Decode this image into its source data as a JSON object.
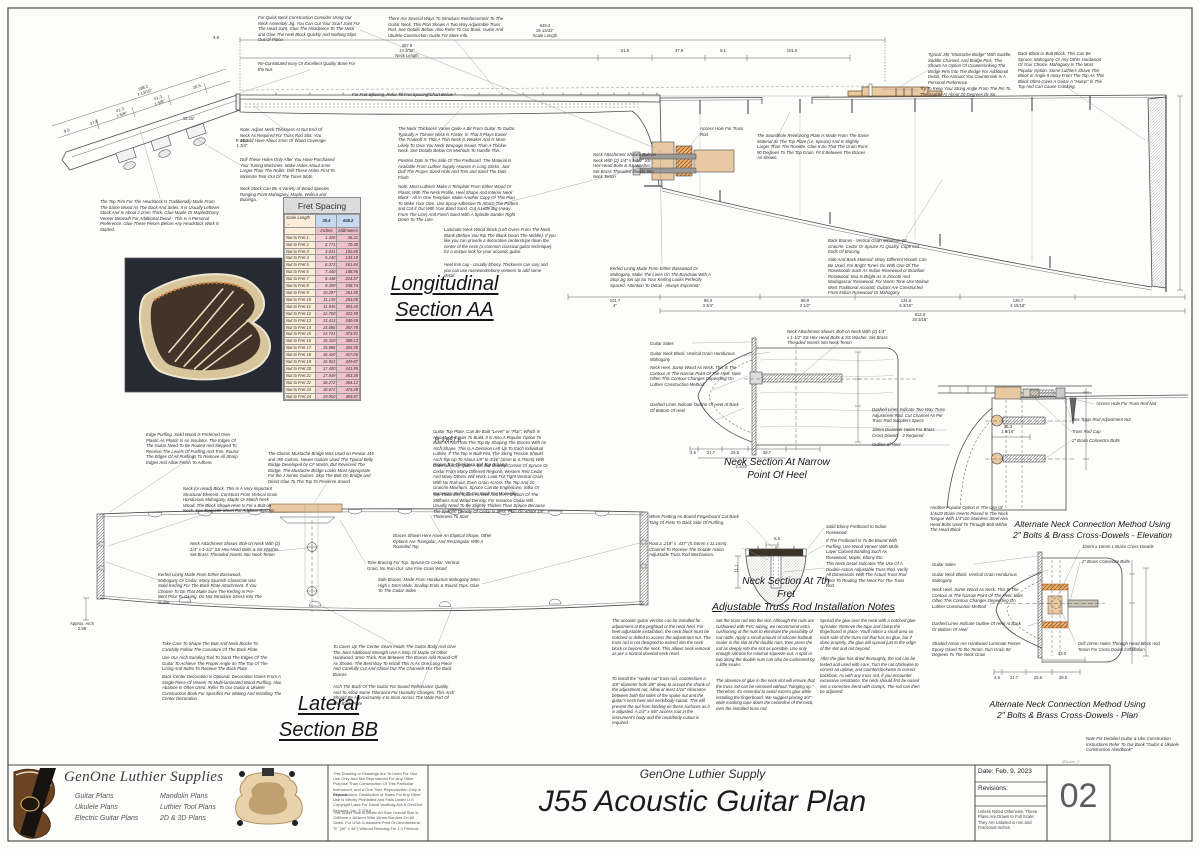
{
  "title_block": {
    "brand": "GenOne Luthier Supplies",
    "categories": {
      "c1": "Guitar Plans",
      "c2": "Ukulele Plans",
      "c3": "Electric Guitar Plans",
      "c4": "Mandolin Plans",
      "c5": "Luthier Tool Plans",
      "c6": "2D & 3D Plans"
    },
    "legal": {
      "p1": "This Drawing or Drawings Are To Used For One Use Only And Not Reproduced For Any Other Purpose Than Construction Of This Particular Instrument, and a One Time Reproduction Only is Allowed",
      "p2": "Reproduction, Distribution or Sales For Any Other Use is Strictly Prohibited And Falls Under U.S Copyright Laws For David VanBurg A/A & GenOne Services, Inc. © 2018",
      "p3": "This Sheet Size is Metric A0 Size Overall Size is 1188mm x 841mm With 15mm Borders On All Sides. For USA Customers Print On Architectural \"E\" (36\" x 48\") Without Resizing For 1:1 Printout."
    },
    "center_brand": "GenOne Luthier Supply",
    "plan_title": "J55 Acoustic Guitar Plan",
    "date": "Date: Feb. 9, 2023",
    "revisions": "Revisions:",
    "scale_note": "Unless Noted Otherwise, These Plans Are Drawn to Full Scale; They Are Labeled in mm and Fractional Inches",
    "sheet_no": "02",
    "file_ref": "j55plan_2"
  },
  "captions": {
    "longitudinal": "Longitudinal\nSection AA",
    "lateral": "Lateral\nSection BB",
    "neck_narrow": "Neck Section At Narrow\nPoint Of Heel",
    "neck_7th": "Neck Section At 7th\nFret",
    "truss_title": "Adjustable Truss Rod Installation Notes",
    "alt_elev": "Alternate Neck Connection Method Using\n2\" Bolts & Brass Cross-Dowels - Elevation",
    "alt_plan": "Alternate Neck Connection Method Using\n2\" Bolts & Brass Cross-Dowels - Plan"
  },
  "fret_table": {
    "title": "Fret Spacing",
    "scale_label": "Scale Length →",
    "scale_in": "25.4",
    "scale_mm": "645.2",
    "unit_in": "Inches",
    "unit_mm": "Millimeters",
    "rows": [
      {
        "label": "Nut to Fret 1",
        "in": "1.426",
        "mm": "36.21"
      },
      {
        "label": "Nut to Fret 2",
        "in": "2.771",
        "mm": "70.38"
      },
      {
        "label": "Nut to Fret 3",
        "in": "4.041",
        "mm": "102.65"
      },
      {
        "label": "Nut to Fret 4",
        "in": "5.240",
        "mm": "133.10"
      },
      {
        "label": "Nut to Fret 5",
        "in": "6.372",
        "mm": "161.84"
      },
      {
        "label": "Nut to Fret 6",
        "in": "7.440",
        "mm": "188.96"
      },
      {
        "label": "Nut to Fret 7",
        "in": "8.448",
        "mm": "214.57"
      },
      {
        "label": "Nut to Fret 8",
        "in": "9.399",
        "mm": "238.74"
      },
      {
        "label": "Nut to Fret 9",
        "in": "10.297",
        "mm": "261.55"
      },
      {
        "label": "Nut to Fret 10",
        "in": "11.145",
        "mm": "283.08"
      },
      {
        "label": "Nut to Fret 11",
        "in": "11.945",
        "mm": "303.40"
      },
      {
        "label": "Nut to Fret 12",
        "in": "12.700",
        "mm": "322.58"
      },
      {
        "label": "Nut to Fret 13",
        "in": "13.413",
        "mm": "340.69"
      },
      {
        "label": "Nut to Fret 14",
        "in": "14.086",
        "mm": "357.78"
      },
      {
        "label": "Nut to Fret 15",
        "in": "14.721",
        "mm": "373.91"
      },
      {
        "label": "Nut to Fret 16",
        "in": "15.320",
        "mm": "389.13"
      },
      {
        "label": "Nut to Fret 17",
        "in": "15.886",
        "mm": "403.50"
      },
      {
        "label": "Nut to Fret 18",
        "in": "16.420",
        "mm": "417.06"
      },
      {
        "label": "Nut to Fret 19",
        "in": "16.924",
        "mm": "429.87"
      },
      {
        "label": "Nut to Fret 20",
        "in": "17.400",
        "mm": "441.95"
      },
      {
        "label": "Nut to Fret 21",
        "in": "17.849",
        "mm": "453.35"
      },
      {
        "label": "Nut to Fret 22",
        "in": "18.272",
        "mm": "464.12"
      },
      {
        "label": "Nut to Fret 23",
        "in": "18.672",
        "mm": "474.28"
      },
      {
        "label": "Nut to Fret 24",
        "in": "19.050",
        "mm": "483.87"
      }
    ]
  },
  "dims": {
    "scale": "645.2\n25 13/32\"\nScale Length",
    "neck_len": "357.8\n14 3/32\"\nNeck Length",
    "d51_9": "51.9",
    "d47_9": "47.9",
    "d9_1": "9.1",
    "d101_0": "101.0",
    "d101_7": "101.7\n4\"",
    "d95_3": "95.3\n3 3/4\"",
    "d88_9": "88.9\n3 1/2\"",
    "d131_5": "131.5\n5 3/16\"",
    "d125_7": "125.7\n4 15/16\"",
    "d512_8": "512.8\n20 3/16\"",
    "r44": "R 44.2\n1 3/4\"",
    "r3657": "R 3,657.6",
    "ang": "15.15°",
    "d198": "198.2\n7 13/16\"",
    "d41a": "41.3\n1 5/8\"",
    "d41b": "41.3\n1 5/8\"",
    "d26_5": "26.5",
    "d37_8": "37.8",
    "d9_9": "9.9",
    "d4_8": "4.8",
    "d35_3": "35.3\n1 9/16\"",
    "d5_5": "5.5",
    "d11_1": "11.1",
    "nn4_6": "4.6",
    "nn21_7": "21.7",
    "nn25_5": "25.5",
    "nn38_7": "38.7",
    "nn51_7": "51.7\n2 1/32\"",
    "pl4_6": "4.6",
    "pl21_7": "21.7",
    "pl25_5": "25.5",
    "pl28_5": "28.5",
    "pl43": "43.0",
    "arch": "Approx. Arch\n2.98"
  },
  "notes": {
    "quick_neck": "For Quick Neck Construction Consider Using Our Neck Assembly Jig. You Can Cut Your Scarf Joint For The Head Joint, Glue The Headpiece To The Neck and Glue The Heel Block Quickly And Nothing Slips Out Of Place.",
    "reinforce": "There Are Several Ways To Introduce Reinforcement To The Guitar Neck. This Plan Shows A Two Way Adjustable Truss Rod. See Details Below. Also Refer To Our Book, Guitar And Ukulele Construction Guide For More Info.",
    "ivory_nut": "Re-Constituted Ivory Or Excellent Quality Bone For the Nut.",
    "fret_refer": "For Fret Spacing, Refer To Fret Spacing Chart Below",
    "mustache_bridge": "Typical J45 \"Mustache Bridge\" With Saddle,  Saddle Channel, And Bridge Pins. This Shows An Option Of Countersinking The Bridge Pins Into The Bridge For Additional Detail. The Amount You Countersink Is A Personal Preference.",
    "string_angle": "Try To Keep Your String Angle From The Pin To The Saddle At About 20 Degrees Or So.",
    "back_block": "Back Block or Butt Block. This Can Be Spruce, Mahogany Or Any Other Hardwood Of Your Choice. Mahogany Is The Most Popular Option. Some Luthiers Shave This Block or Angle It Away From The Top As This Block Often Gives A Guitar A \"Hump\" In The Top And Can Cause Cracking.",
    "soundhole_plate": "The Soundhole Reinforcing Plate Is Made From The Same Material As The Top Plate (i.e. Spruce) And Is Slightly Larger Than The Rosette. Glue It So That The Grain Runs 90 Degrees To The Top Grain. Fit It Between The Braces As Shown.",
    "lg_access": "Access Hole For Truss Rod",
    "lg_attach": "Neck Attachment Shown: Bolt-on Neck With (2) 1/4\" x 1-1/2\" SS Hex-Head Bolts & SS Washer. Set Brass Threaded Inserts Into Neck Tenon",
    "adjust_thickness": "Note: Adjust Neck Thickness At Nut End Of Neck As Required For Truss Rod Slot. You Should Have About 2mm Of Wood Coverage.",
    "drill_tuner_holes": "Drill These Holes Only After You Have Purchased Your Tuning Machines. Make Holes About 1mm Larger Than The Roller. Drill These Holes First To Minimize Tear-Out Of The Tuner Slots.",
    "neck_stock": "Neck Stock Can Be A Variety of Wood Species Ranging From Mahogany, Maple, Walnut and Bubinga.",
    "neck_thickness": "The Neck Thickness Varies Quite A Bit From Guitar To Guitar. Typically A Thinner Neck Is Faster, In That It Plays Easier - The Tradeoff Is That A Thin Neck Is Weaker And Is More Likely To Give You Neck Warpage Issues Than A Thicker Neck. See Details Below On Methods To Handle This.",
    "position_dots": "Position Dots In The Side Of The Fretboard. The Material Is Available From Luthier Supply Houses In Long Sticks. Just Drill The Proper Sized Hole And Trim and Sand The Dots Flush",
    "template": "Note: Most Luthiers Make A Template From Either Wood Or Plastic With The Neck Profile, Heel Shape And Interior Neck Block - All In One Template. Make Another Copy Of This Plan To Make Your Own. Use Spray Adhesive To Attach The Pattern and Cut It Out With Your Band Sand. Cut A Little Big (Away From The Line) And Finish Sand With A Spindle Sander Right Down To The Line.",
    "laminate": "Laminate Neck Wood Stock (Left Overs From The Neck Blank (Before You Rip The Blank Down The Middle). If you like you can provide a decorative centerstripe down the center of the neck (a common classical guitar technique) for a unique look for your acoustic guitar.",
    "heel_cap": "Heel trim cap - Usually Ebony. Thickness can vary and you can use rosewood/ebony veneers to add some detail.",
    "kerfed_long": "Kerfed Lining Made From Either Basswood Or Mahogany. Make The Lines On The Bandsaw With A Stop Jig Set Up So Your Kerfing Looks Perfectly Spaced. Attention To Detail - Always Important!",
    "back_braces": "Back Braces - Vertical Grain Minimum 20 Grain/In. Cedar Or Spruce #1 Quality. Cope Cut Ends Of Bracing.",
    "side_back_material": "Side And Back Material: Many Different Woods Can Be Used. For Bright Tones Go With One Of The Rosewoods Such As Indian Rosewood or Brazilian Rosewood. Koa Is Bright As Is Ziricote And Madagascar Rosewood. For Warm Tone Use Walnut. Most Traditional Acoustic Guitars Are Constructed From Indian Rosewood Or Mahogany",
    "headstock_trim": "The Top Trim For The Headstock Is Traditionally Made From The Same Wood As The Back And Sides. It is Usually Leftover Stock And Is About 2.2mm Thick. Glue Maple Or Maple/Ebony Veneer Beneath For Additional Detail - This Is A Personal Preference. Glue These Pieces Before Any Headstock Work Is Started.",
    "ns1_sides": "Guitar Sides",
    "ns1_block": "Guitar Neck Block. Vertical Grain Hondurous Mahogany",
    "ns1_heel": "Neck Heel. Same Wood As Neck. This Is The Contour At The Narrow Point Of The Heel. Note Often This Contour Changes Depending On Luthier Construction Method",
    "ns1_dashed": "Dashed Lines Indicate Outline Of Heel At Back Of Bottom Of Heel",
    "ns1_attach": "Neck Attachment Shown: Bolt-on Neck With (2) 1/4\" x 1-1/2\" SS Hex-Head Bolts & SS Washer. Set Brass Threaded Inserts Into Neck Tenon",
    "el_dashed_rod": "Dashed Lines Indicate Two-Way Truss Adjustment Rod. Cut Channel As Per Truss Rod Suppliers Specs",
    "el_dowel_holes": "10mm Diameter Holes For Brass Cross Dowels - 2 Required",
    "el_outline": "Outline of Heel",
    "el_access": "Access Hole For Truss Rod Nut",
    "el_hex": "Hex Truss Rod  Adjustment Nut",
    "el_cap": "Truss Rod Cap",
    "el_bolts": "2\" Brass Connector Bolts",
    "el_inserts": "Another Popular Option Is The Use Of 1/4x20 Brass Inserts Placed In The Neck Tongue With 1/4\"x20 Stainless Steel Hex Head Bolts Used To Through-Bolt Within The Head Block",
    "pl_dowels": "10mm x 16mm L Brass Cross Dowels",
    "pl_bolts": "2\" Brass Connector Bolts",
    "pl_sides": "Guitar Sides",
    "pl_block": "Guitar Neck Block. Vertical Grain Hondurous Mahogany",
    "pl_heel": "Neck Heel. Same Wood As Neck. This Is The Contour At The Narrow Point Of The Heel. Note Often This Contour Changes Depending On Luthier Construction Method",
    "pl_dashed": "Dashed Lines Indicate Outline Of Heel At Back Or Bottom Of Heel",
    "pl_shaded": "Shaded Areas Are Hardwood Laminate Pieces Epoxy Glued To the Tenon. Run Grain 90 Degrees To The Neck Grain",
    "pl_drill": "Drill 10mm Holes Through Head Block And Tenon For Cross Dowel Installation",
    "f7_tang": "When Fretting An Bound Fingerboard Cut Back Tang Of Frets To Back Side Of Purfling.",
    "f7_rout": "Rout a .218\" x .437\" (5.54mm x 11.1mm) Channel To Receive The Double Action Adjustable Truss Rod Mechanism.",
    "f7_ebony": "Solid Ebony Fretboard to Indian Rosewood.",
    "f7_bound": "If The Fretboard Is To Be Bound With Purfling, Use Wood Veneer With Multi-Layer Colored Banding Such As Rosewood, Maple, Ebony Etc.",
    "f7_detail": "This Neck Detail Indicates The Use Of A Double-Action Adjustable Truss Rod. Verify All Dimensions With The Actual Truss Rod Prior To Routing The Neck For The Truss Rod.",
    "lat_purfling": "Edge Purfling. Solid Wood Is Preferred Over Plastic As Plastic Is An Insulator. The Edges Of The Guitar Need To Be Routed And Stepped To Receive The Levels Of Purfling And Trim. Round The Edges Of All Purflings To Remove All Sharp Edges And Allow Finish To Adhere.",
    "lat_neckblock": "Neck (or Head) Block. This Is A Very Important Structural Element. Construct From Vertical Grain Hondurous Mahogany, Maple Or Match Neck Wood. The Block Shown Here Is For a Bolt-on Neck. See Template Sheet For Addition Options",
    "lat_mustache": "The Classic Mustache Bridge Was Used on Prewar J45 and J55 Guitars. Newer Guitars Used The Typical Belly Bridge Developed by CF Martin, But Reversed The Bridge. The Mustache Bridge Looks Most Appropriate For the J Series Guitars. Skip The Bolt-On Bridge and Direct Glue To The Top To Preserve Sound",
    "lat_topplate": "Guitar Top Plate. Can Be Built \"Level\" or \"Flat\", Which Is Also Much Easier To Build. It Is Also A Popular Option To Build An Arch Into The Top By Shaping The Braces With An Arch Shape. This Is A Decision Left Up To Each Individual Luthier. If The Top Is Built Flat, The String Tension Should Arch Top Up To About 1/8\" to 3/16\" (3mm to 4.75mm) With Proper Top Thickness and Top Bracing",
    "lat_materials": "Materials Vary Quite A Bit, But Usually Consist Of Spruce Or Cedar From Many Different Regions. Western Red Cedar And Many Others Will Work. Look For Tight Vertical Grain With No Run-out, Even Grain Across The Top And 20 Grain/In Minimum. Spruce Can Be Englemann, Sitka Or European. Refer To Our Book For More Info",
    "lat_thickness": "Top Thickness Varies As Well And Is A Function Of The Stiffness And Wood Density. For Instance Cedar Will Usually Need To Be Slightly Thicker Than Spruce Because The Specific Density Of Cedar Is Less. Plan On About 1/8\" Thickness To Start",
    "lat_braces_shape": "Braces Shown Here Have An Eliptical Shape. Other Options Are Triangular, And Rectangular With A Rounded Top",
    "lat_tone_bracing": "Tone Bracing For Top. Spruce Or Cedar. Vertical Grain, No Run-Out. Use Fine Grain Wood",
    "lat_side_braces": "Side Braces. Made From Hondurous Mahogany 5mm High x 5mm Wide. Scallop Ends & Round Tops. Glue To The Guitar Sides",
    "lat_attach": "Neck Attachment Shown: Bolt-on Neck With (2) 1/4\" x 1-1/2\" SS Hex-Head Bolts & SS Washer. Set Brass Threaded Inserts Into Neck Tenon",
    "lat_kerfed": "Kerfed Lining Made From Either Basswood, Mahogany Or Cedar. Many Spanish Classicals Use Solid Kerfing For The Back Plate Attachment. If You Choose To Do That Make Sure The Kerfing Is Pre-Bent Prior To Gluing. Do Not Introduce Stress Into The Guitar",
    "lat_butt_shape": "Take Care To Shape The Butt And Neck Blocks To Carefully Follow The Curvature Of The Back Plate.",
    "lat_arch_tool": "Use Our Arch Sanding Tool To Sand The Edges Of The Guitar To Achieve The Proper Angle on The Top Of The Lining And Sides To Receive The Back Plate",
    "lat_back_center": "Back Center Decoration Is Optional. Decoration Varies From A Single Piece Of Veneer To Multi-laminated Wood Purfling. Also Abalone Is Often Used. Refer To Our Guitar & Ukulele Construction Book For Specifics For Making And Installing The Center Decoration.",
    "lat_center_seam": "To Cover Up The Center Seam Inside The Guitar Body And Give The Joint Additional Strength Use A Strip Of Maple Or Other Hardwood, 3mm Thick. Run Between The Braces And Round-Off As Shown. The Best Way To Install This Is As One Long Piece And Carefully Cut And Chisel Out The Channels For The Back Braces.",
    "lat_arch_back": "Arch The Back Of The Guitar For Sound Reflectance Quality And To Allow Some Tolerance For Humidity Changes. This Arch Should Be Approximately 4 to 5mm Across The Wide Part Of The Back Plate",
    "handbook": "Note For Detailed Guitar & Uke Construction Instructions Refer To Our Book \"Guitar & Ukulele Construction Handbook\""
  },
  "truss": {
    "t1": "The acoustic guitar version can be installed for adjustment at the peghead or the neck heel. For heel-adjustable installation, the neck block must be notched or drilled to access the adjustment nut. The truss rod is not designed to extend into the neck block or beyond the neck. This allows neck removal as per a normal dovetail neck reset.",
    "t2": "To install the \"spoke nut\" truss rod, counterbore a 3/8\"-diameter hole 3/8\" deep to accept the shank of the adjustment nut. Allow at least 1/16\" clearance between both flat sides of the spoke nut and the guitar's neck heel and neck/body cutout. This will prevent the nut from binding on these surfaces as it is adjusted. A 1/4\" x 5/8\" access rout in the instrument's body and the neck/body cutout is required.",
    "t3": "Set the truss rod into the slot. Although the rods are cushioned with PVC tubing, we recommend extra cushioning at the nuts to eliminate the possibility of rod rattle. Apply a small amount of silicone bathtub sealer in the slot at the double nuts, then press the rod as deeply into the slot as possible. Use only enough silicone for minimal squeeze-out. A spot or two along the double nuts can also be cushioned by a little sealer.",
    "t4": "The absence of glue in the neck slot will ensure that the truss rod can be removed without \"hanging up.\" Therefore, it's essential to avoid excess glue while installing the fingerboard. We suggest placing 3/4\"-wide masking tape down the centerline of the neck, over the installed truss rod.",
    "t5": "Spread the glue over the neck with a notched glue spreader. Remove the tape and clamp the fingerboard in place. You'll notice a small area on each side of the truss rod that has no glue, but if done properly, the glue will spread just to the edge of the slot and not beyond.",
    "t6": "After the glue has dried thoroughly, the rod can be tested and used with care. Turn the nut clockwise to correct an upbow, and counterclockwise to correct backbow. As with any truss rod, if you encounter excessive resistance, the neck should first be eased into a corrective bend with clamps. The rod can then be adjusted."
  },
  "colors": {
    "accent_tan": "#e8c9a2",
    "hatch_orange": "#c8772a",
    "table_blue": "#c7d9f0",
    "table_pink": "#f2bfcd",
    "table_cream": "#fceed8",
    "line": "#4a4a4a",
    "photo_bg": "#262b33"
  }
}
